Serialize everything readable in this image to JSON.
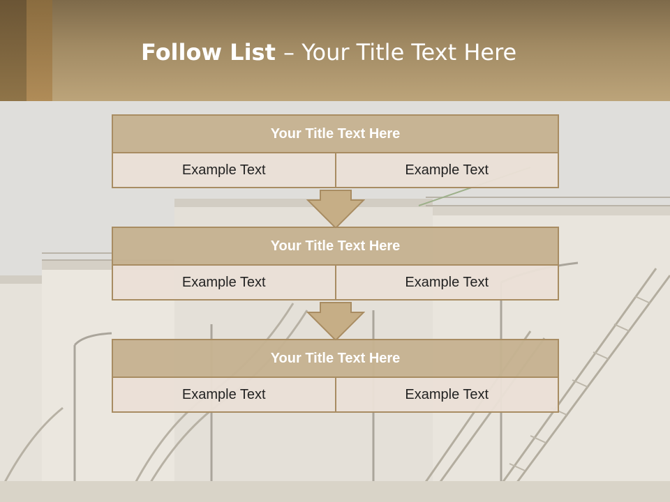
{
  "slide": {
    "title_bold": "Follow List ",
    "title_rest": " – Your Title Text Here"
  },
  "steps": [
    {
      "title": "Your Title Text Here",
      "left": "Example Text",
      "right": "Example Text"
    },
    {
      "title": "Your Title Text Here",
      "left": "Example Text",
      "right": "Example Text"
    },
    {
      "title": "Your Title Text Here",
      "left": "Example Text",
      "right": "Example Text"
    }
  ],
  "colors": {
    "header_top": "#7e6a4a",
    "header_bottom": "#bca47a",
    "block_title_bg": "#c6b291",
    "block_cell_bg": "#eae0d6",
    "border": "#a88c62"
  }
}
